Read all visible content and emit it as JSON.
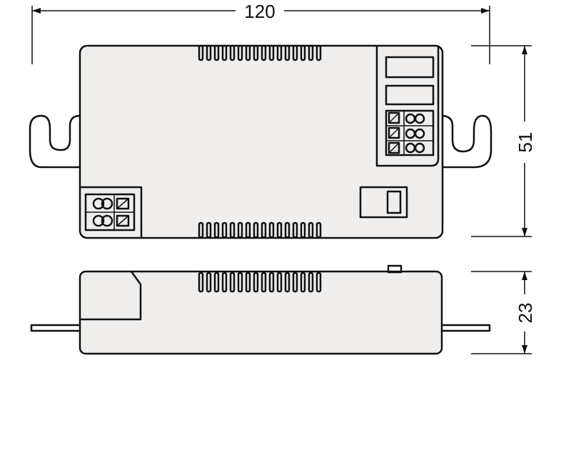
{
  "dimensions": {
    "width": "120",
    "height_top_view": "51",
    "height_side_view": "23"
  },
  "colors": {
    "housing_fill": "#efeeed",
    "line": "#111111",
    "background": "#ffffff"
  }
}
